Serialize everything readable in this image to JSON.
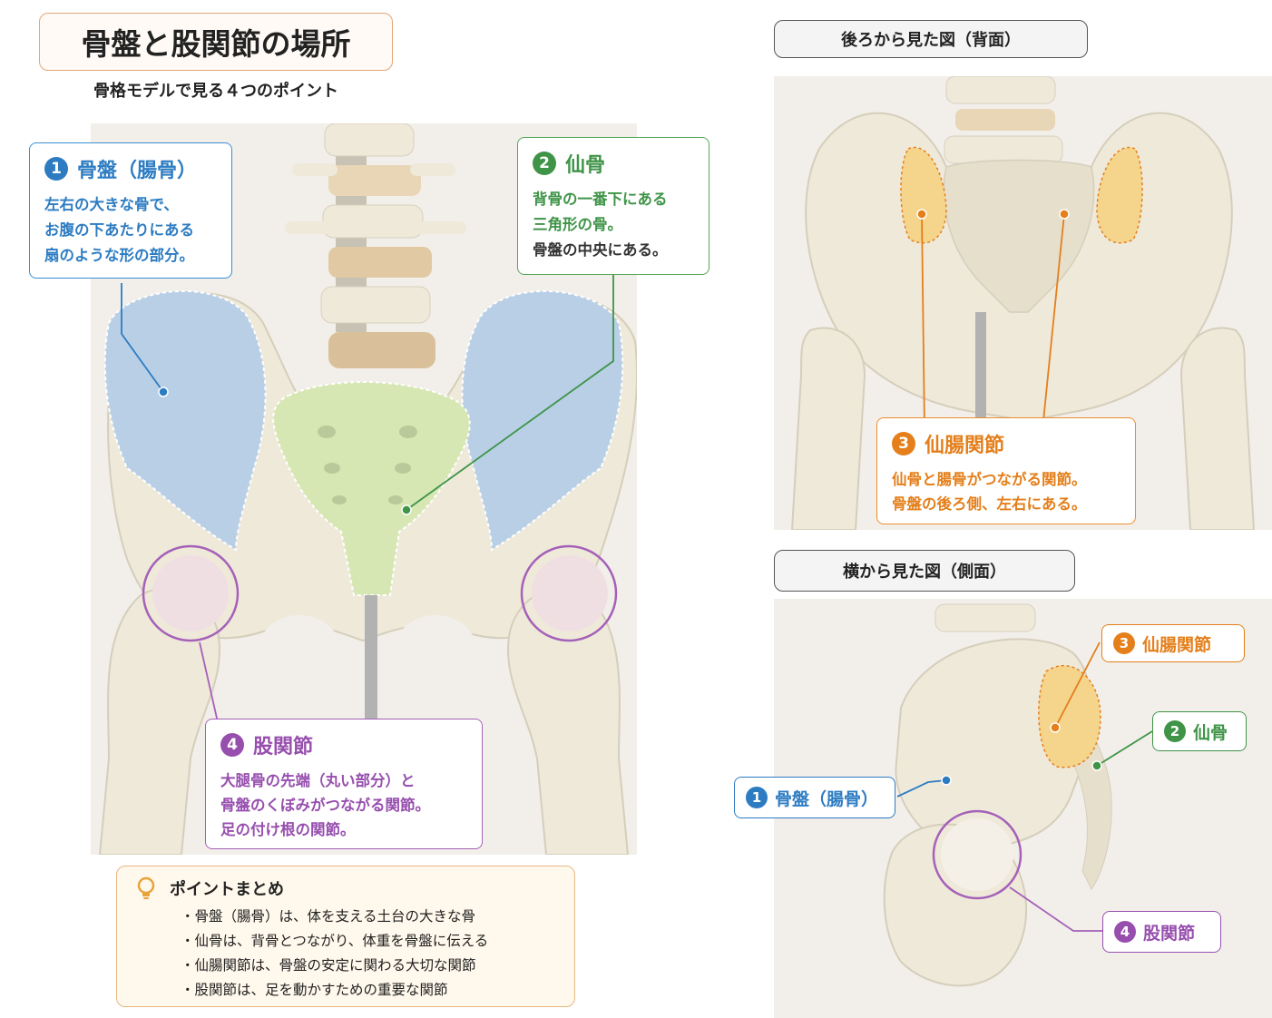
{
  "title": "骨盤と股関節の場所",
  "subtitle": "骨格モデルで見る４つのポイント",
  "front": {
    "callouts": {
      "ilium": {
        "num": "1",
        "title": "骨盤（腸骨）",
        "lines": [
          "左右の大きな骨で、",
          "お腹の下あたりにある",
          "扇のような形の部分。"
        ]
      },
      "sacrum": {
        "num": "2",
        "title": "仙骨",
        "lines": [
          "背骨の一番下にある",
          "三角形の骨。",
          "骨盤の中央にある。"
        ]
      },
      "hip": {
        "num": "4",
        "title": "股関節",
        "lines": [
          "大腿骨の先端（丸い部分）と",
          "骨盤のくぼみがつながる関節。",
          "足の付け根の関節。"
        ]
      }
    }
  },
  "back": {
    "label": "後ろから見た図（背面）",
    "callout": {
      "num": "3",
      "title": "仙腸関節",
      "lines": [
        "仙骨と腸骨がつながる関節。",
        "骨盤の後ろ側、左右にある。"
      ]
    }
  },
  "side": {
    "label": "横から見た図（側面）",
    "pills": {
      "si": {
        "num": "3",
        "text": "仙腸関節"
      },
      "sacrum": {
        "num": "2",
        "text": "仙骨"
      },
      "ilium": {
        "num": "1",
        "text": "骨盤（腸骨）"
      },
      "hip": {
        "num": "4",
        "text": "股関節"
      }
    }
  },
  "summary": {
    "title": "ポイントまとめ",
    "items": [
      "骨盤（腸骨）は、体を支える土台の大きな骨",
      "仙骨は、背骨とつながり、体重を骨盤に伝える",
      "仙腸関節は、骨盤の安定に関わる大切な関節",
      "股関節は、足を動かすための重要な関節"
    ]
  },
  "colors": {
    "blue": "#2d7cc2",
    "green": "#3f9448",
    "orange": "#e47f1b",
    "purple": "#974fae",
    "bone": "#efe9da"
  }
}
